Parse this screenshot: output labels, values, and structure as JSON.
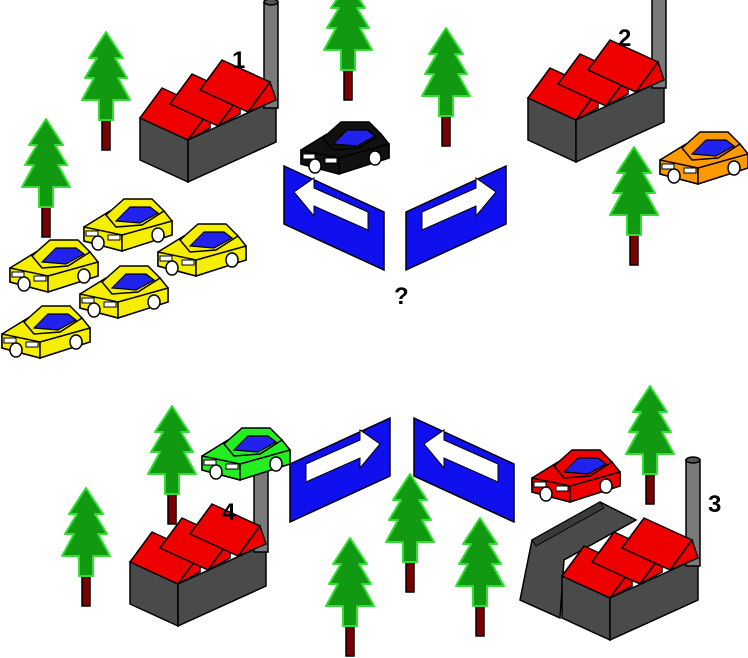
{
  "labels": {
    "factory1": "1",
    "factory2": "2",
    "factory3": "3",
    "factory4": "4",
    "question": "?"
  },
  "colors": {
    "tree_foliage": "#119911",
    "tree_trunk": "#7a0000",
    "roof": "#ee0000",
    "wall": "#4a4a4a",
    "sign": "#1010ee",
    "car_yellow": "#f5ee00",
    "car_black": "#111111",
    "car_orange": "#ff9900",
    "car_green": "#22ee22",
    "car_red": "#ee0000",
    "car_window": "#2222ee"
  },
  "icons": [
    "tree-icon",
    "factory-icon",
    "car-icon",
    "arrow-sign-icon"
  ]
}
